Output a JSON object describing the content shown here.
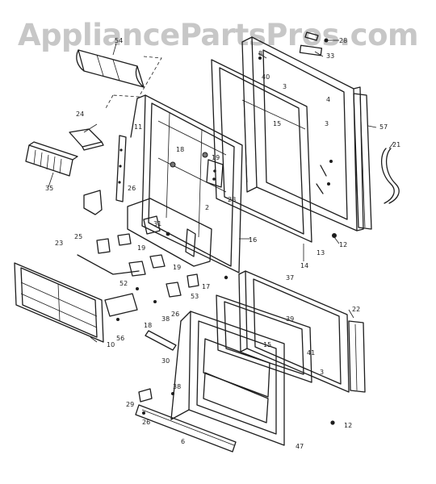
{
  "watermark": "AppliancePartsPros.com",
  "callouts": [
    {
      "id": "c54",
      "text": "54"
    },
    {
      "id": "c28a",
      "text": "28"
    },
    {
      "id": "c33",
      "text": "33"
    },
    {
      "id": "c8a",
      "text": "8"
    },
    {
      "id": "c40",
      "text": "40"
    },
    {
      "id": "c3a",
      "text": "3"
    },
    {
      "id": "c4",
      "text": "4"
    },
    {
      "id": "c15a",
      "text": "15"
    },
    {
      "id": "c3b",
      "text": "3"
    },
    {
      "id": "c57",
      "text": "57"
    },
    {
      "id": "c24",
      "text": "24"
    },
    {
      "id": "c11",
      "text": "11"
    },
    {
      "id": "c18",
      "text": "18"
    },
    {
      "id": "c19a",
      "text": "19"
    },
    {
      "id": "c21",
      "text": "21"
    },
    {
      "id": "c35",
      "text": "35"
    },
    {
      "id": "c26a",
      "text": "26"
    },
    {
      "id": "c2",
      "text": "2"
    },
    {
      "id": "c28b",
      "text": "28"
    },
    {
      "id": "c31",
      "text": "31"
    },
    {
      "id": "c25",
      "text": "25"
    },
    {
      "id": "c19b",
      "text": "19"
    },
    {
      "id": "c23",
      "text": "23"
    },
    {
      "id": "c16",
      "text": "16"
    },
    {
      "id": "c12a",
      "text": "12"
    },
    {
      "id": "c14",
      "text": "14"
    },
    {
      "id": "c13",
      "text": "13"
    },
    {
      "id": "c52",
      "text": "52"
    },
    {
      "id": "c19c",
      "text": "19"
    },
    {
      "id": "c17",
      "text": "17"
    },
    {
      "id": "c37",
      "text": "37"
    },
    {
      "id": "c53",
      "text": "53"
    },
    {
      "id": "c26b",
      "text": "26"
    },
    {
      "id": "c22",
      "text": "22"
    },
    {
      "id": "c18b",
      "text": "18"
    },
    {
      "id": "c38a",
      "text": "38"
    },
    {
      "id": "c39",
      "text": "39"
    },
    {
      "id": "c15b",
      "text": "15"
    },
    {
      "id": "c56",
      "text": "56"
    },
    {
      "id": "c10",
      "text": "10"
    },
    {
      "id": "c41",
      "text": "41"
    },
    {
      "id": "c30",
      "text": "30"
    },
    {
      "id": "c3c",
      "text": "3"
    },
    {
      "id": "c38b",
      "text": "38"
    },
    {
      "id": "c29",
      "text": "29"
    },
    {
      "id": "c26c",
      "text": "26"
    },
    {
      "id": "c12b",
      "text": "12"
    },
    {
      "id": "c6",
      "text": "6"
    },
    {
      "id": "c47",
      "text": "47"
    }
  ]
}
